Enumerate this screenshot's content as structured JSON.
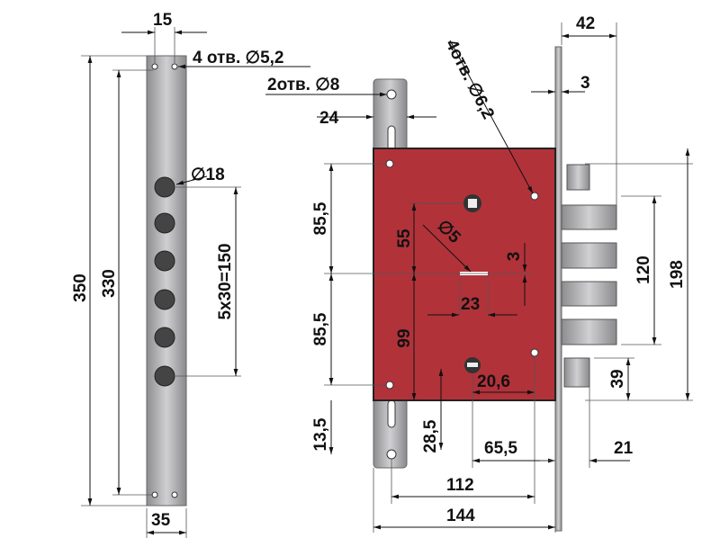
{
  "diagram": {
    "colors": {
      "case": "#b2323a",
      "steel": "#a9a9ab",
      "steel_dark": "#6b6b6e",
      "line": "#111111"
    },
    "strip": {
      "width_top": "15",
      "holes_top": "4 отв. ∅5,2",
      "total_height": "350",
      "hole_span": "330",
      "big_hole": "∅18",
      "pitch": "5x30=150",
      "width_bottom": "35"
    },
    "lock": {
      "front_holes": "2отв. ∅8",
      "front_width": "24",
      "mount_holes": "4отв. ∅6,2",
      "depth": "42",
      "plate_thickness": "3",
      "upper": "85,5",
      "cyl_offset": "55",
      "spindle": "∅5",
      "slot_h": "3",
      "slot_w": "23",
      "lower": "85,5",
      "low_offset": "99",
      "bolt_span": "120",
      "plate_height": "198",
      "latch_h": "39",
      "inner": "20,6",
      "bottom": "13,5",
      "cyl2": "28,5",
      "backset": "65,5",
      "latch_out": "21",
      "hole_dist": "112",
      "case_width": "144"
    }
  }
}
